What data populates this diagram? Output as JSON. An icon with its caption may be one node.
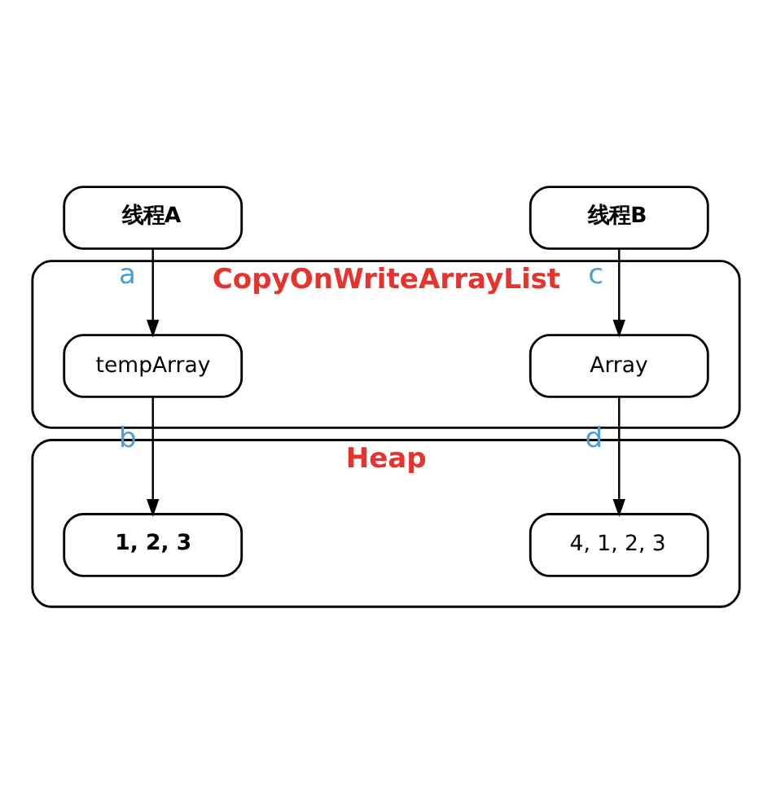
{
  "diagram": {
    "nodes": [
      {
        "text": [
          "线程A"
        ]
      },
      {
        "text": [
          "线程B"
        ]
      },
      {
        "text": [
          "CopyOnWriteArrayList"
        ]
      },
      {
        "text": [
          "tempArray"
        ],
        "in": 2
      },
      {
        "text": [
          "Array"
        ],
        "in": 2
      },
      {
        "text": [
          "Heap"
        ]
      },
      {
        "text": [
          "1, 2, 3"
        ],
        "in": 5
      },
      {
        "text": [
          "4, 1, 2, 3"
        ],
        "in": 5
      }
    ],
    "edges": [
      {
        "from": 0,
        "to": 3,
        "arrow": "to",
        "label": "a"
      },
      {
        "from": 1,
        "to": 4,
        "arrow": "to",
        "label": "c"
      },
      {
        "from": 3,
        "to": 6,
        "arrow": "to",
        "label": "b"
      },
      {
        "from": 4,
        "to": 7,
        "arrow": "to",
        "label": "d"
      }
    ]
  }
}
